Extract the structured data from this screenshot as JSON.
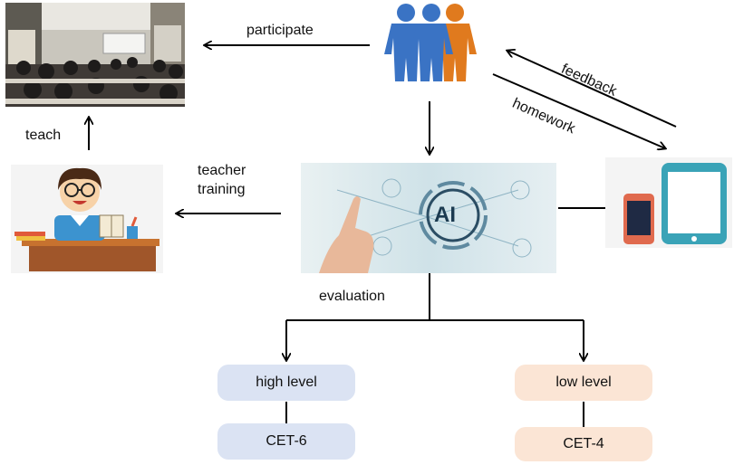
{
  "labels": {
    "participate": "participate",
    "teach": "teach",
    "teacher_training": "teacher\ntraining",
    "feedback": "feedback",
    "homework": "homework",
    "evaluation": "evaluation",
    "ai": "AI"
  },
  "boxes": {
    "high_level": "high level",
    "cet6": "CET-6",
    "low_level": "low level",
    "cet4": "CET-4"
  },
  "colors": {
    "high_fill": "#dbe3f3",
    "low_fill": "#fbe5d5",
    "people_blue": "#3a73c4",
    "people_orange": "#e07a1e",
    "phone": "#e06a4e",
    "tablet": "#3aa3b7"
  },
  "icons": {
    "classroom": "classroom-photo",
    "teacher": "teacher-cartoon",
    "students": "people-group-icon",
    "ai_panel": "ai-hand-panel",
    "devices": "phone-tablet-icon"
  }
}
